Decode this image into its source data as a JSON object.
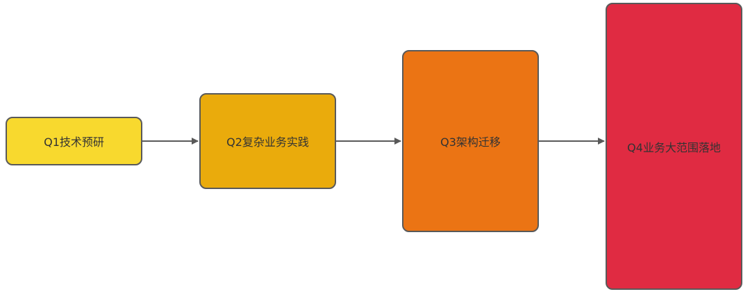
{
  "stages": [
    {
      "id": "q1",
      "label": "Q1技术预研",
      "fill": "#F8D92E"
    },
    {
      "id": "q2",
      "label": "Q2复杂业务实践",
      "fill": "#EAAB0C"
    },
    {
      "id": "q3",
      "label": "Q3架构迁移",
      "fill": "#EB7414"
    },
    {
      "id": "q4",
      "label": "Q4业务大范围落地",
      "fill": "#E02B42"
    }
  ],
  "connector_color": "#595959",
  "border_color": "#595959"
}
